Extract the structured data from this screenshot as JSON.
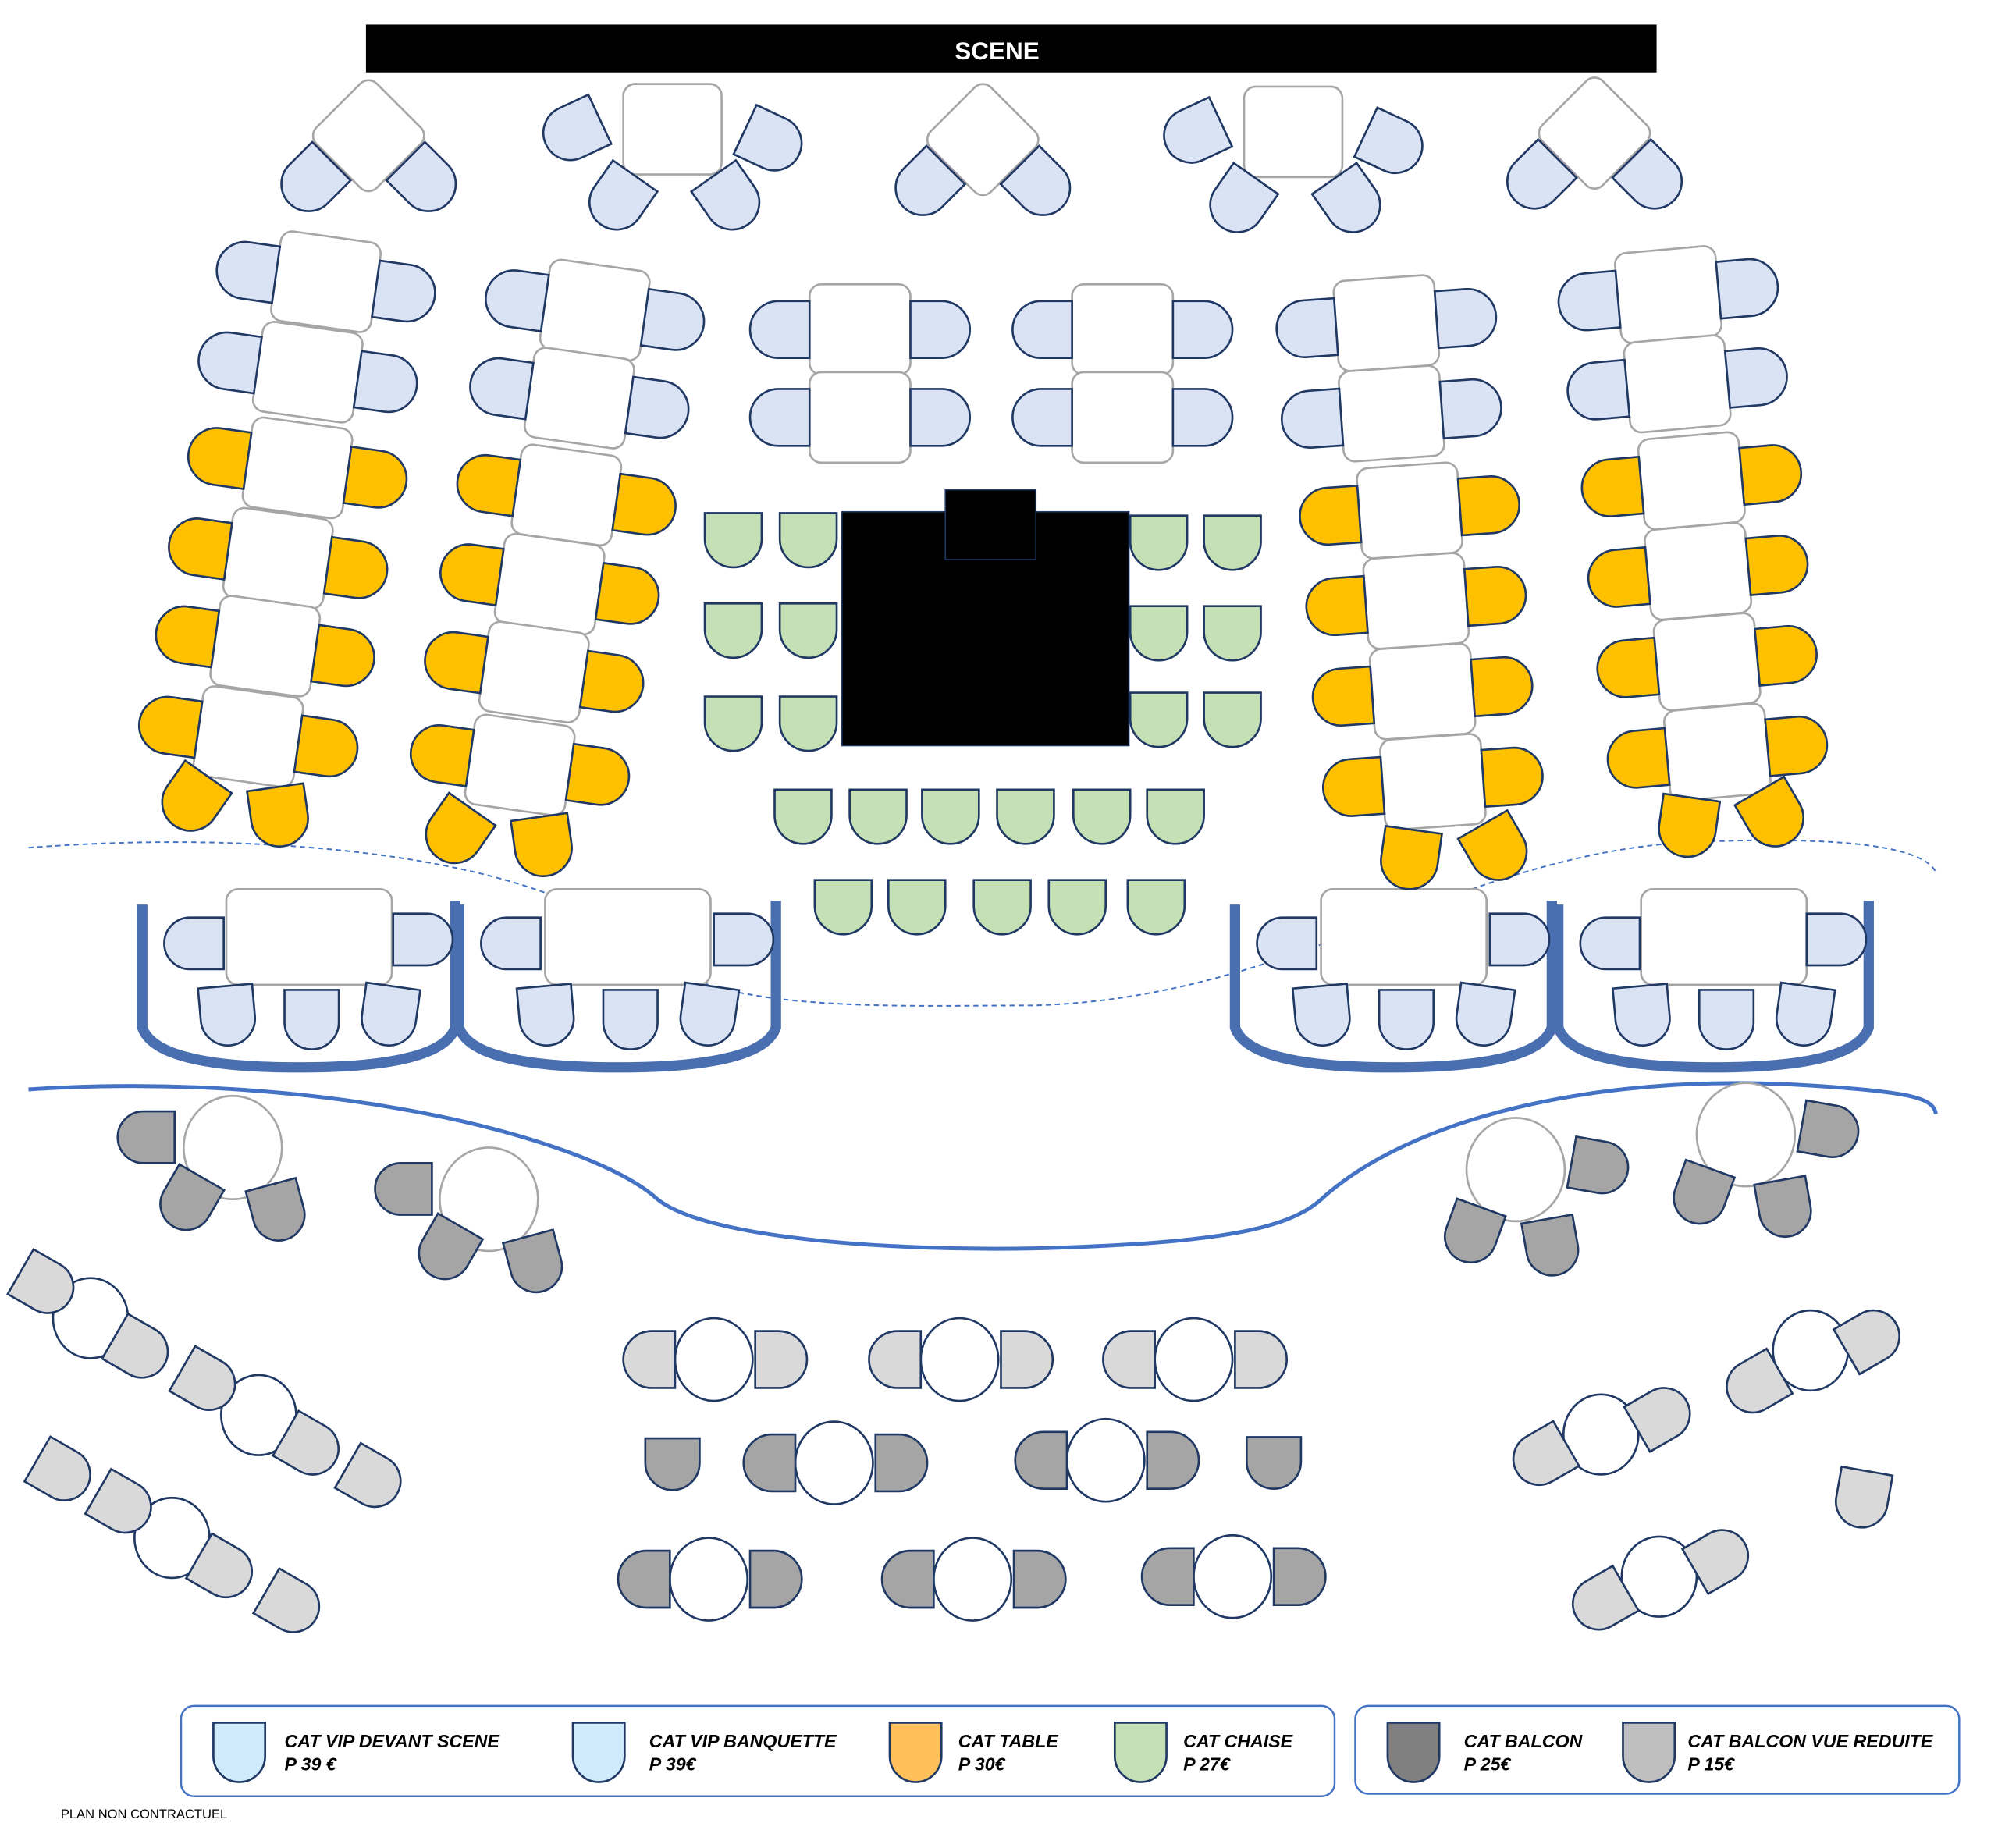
{
  "stage": {
    "label": "SCENE"
  },
  "colors": {
    "chair_stroke": "#1f3864",
    "table_stroke": "#a6a6a6",
    "vip": "#dae3f3",
    "table": "#ffc000",
    "chaise": "#c5e0b4",
    "balcon": "#a5a5a5",
    "balcon_vue_reduite": "#d9d9d9",
    "banquette": "#4a6fb0",
    "line": "#4472c4"
  },
  "legend": {
    "main": [
      {
        "name": "CAT VIP DEVANT SCENE",
        "price": "P 39 €",
        "color": "#cfeafb"
      },
      {
        "name": "CAT VIP  BANQUETTE",
        "price": "P 39€",
        "color": "#cfeafb"
      },
      {
        "name": "CAT TABLE",
        "price": "P 30€",
        "color": "#ffbf5a"
      },
      {
        "name": "CAT CHAISE",
        "price": "P 27€",
        "color": "#c5e0b4"
      }
    ],
    "balcony": [
      {
        "name": "CAT BALCON",
        "price": "P 25€",
        "color": "#808080"
      },
      {
        "name": "CAT BALCON VUE REDUITE",
        "price": "P 15€",
        "color": "#bfbfbf"
      }
    ]
  },
  "footer": {
    "note": "PLAN NON CONTRACTUEL"
  }
}
